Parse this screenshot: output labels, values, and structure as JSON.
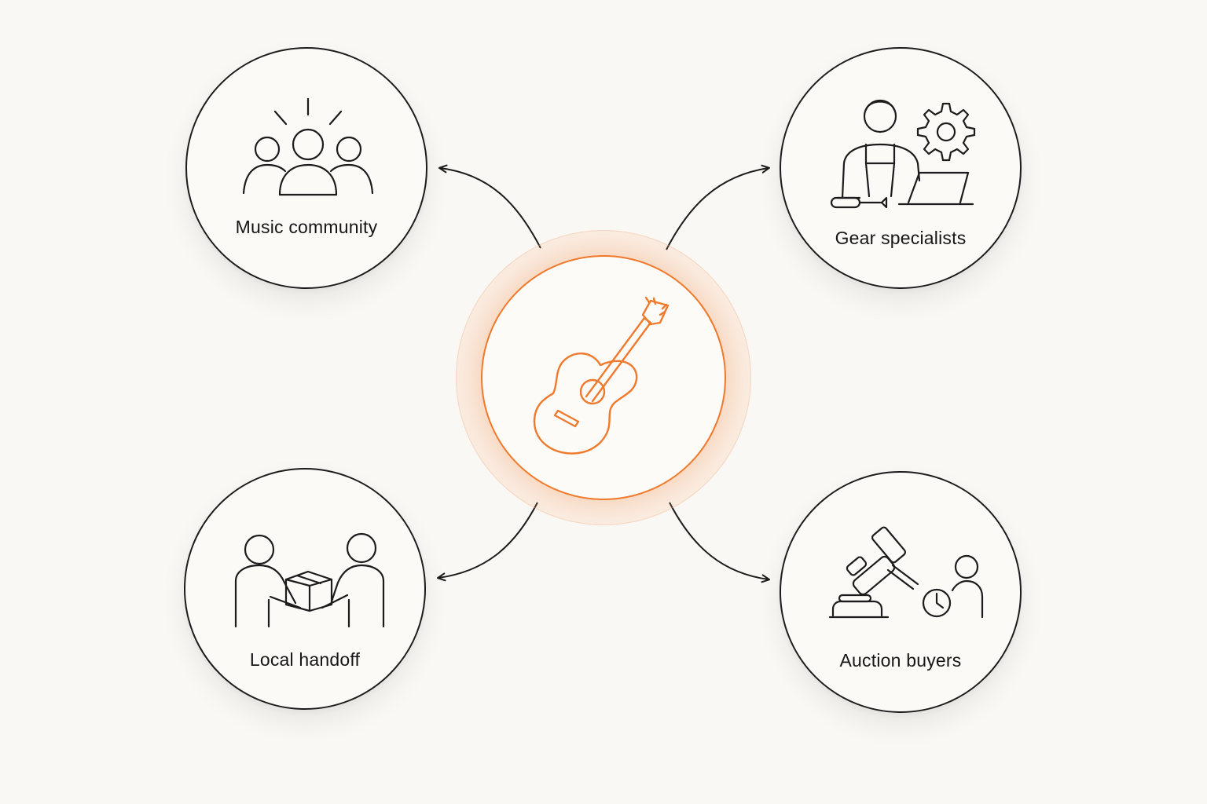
{
  "diagram": {
    "accent_color": "#ef7a2c",
    "line_color": "#1c1c1c",
    "background_color": "#faf8f4",
    "center": {
      "icon": "guitar-icon"
    },
    "nodes": {
      "music_community": {
        "label": "Music community",
        "icon": "community-people-icon"
      },
      "gear_specialists": {
        "label": "Gear specialists",
        "icon": "specialist-workshop-icon"
      },
      "local_handoff": {
        "label": "Local handoff",
        "icon": "package-handoff-icon"
      },
      "auction_buyers": {
        "label": "Auction buyers",
        "icon": "auction-gavel-icon"
      }
    }
  }
}
